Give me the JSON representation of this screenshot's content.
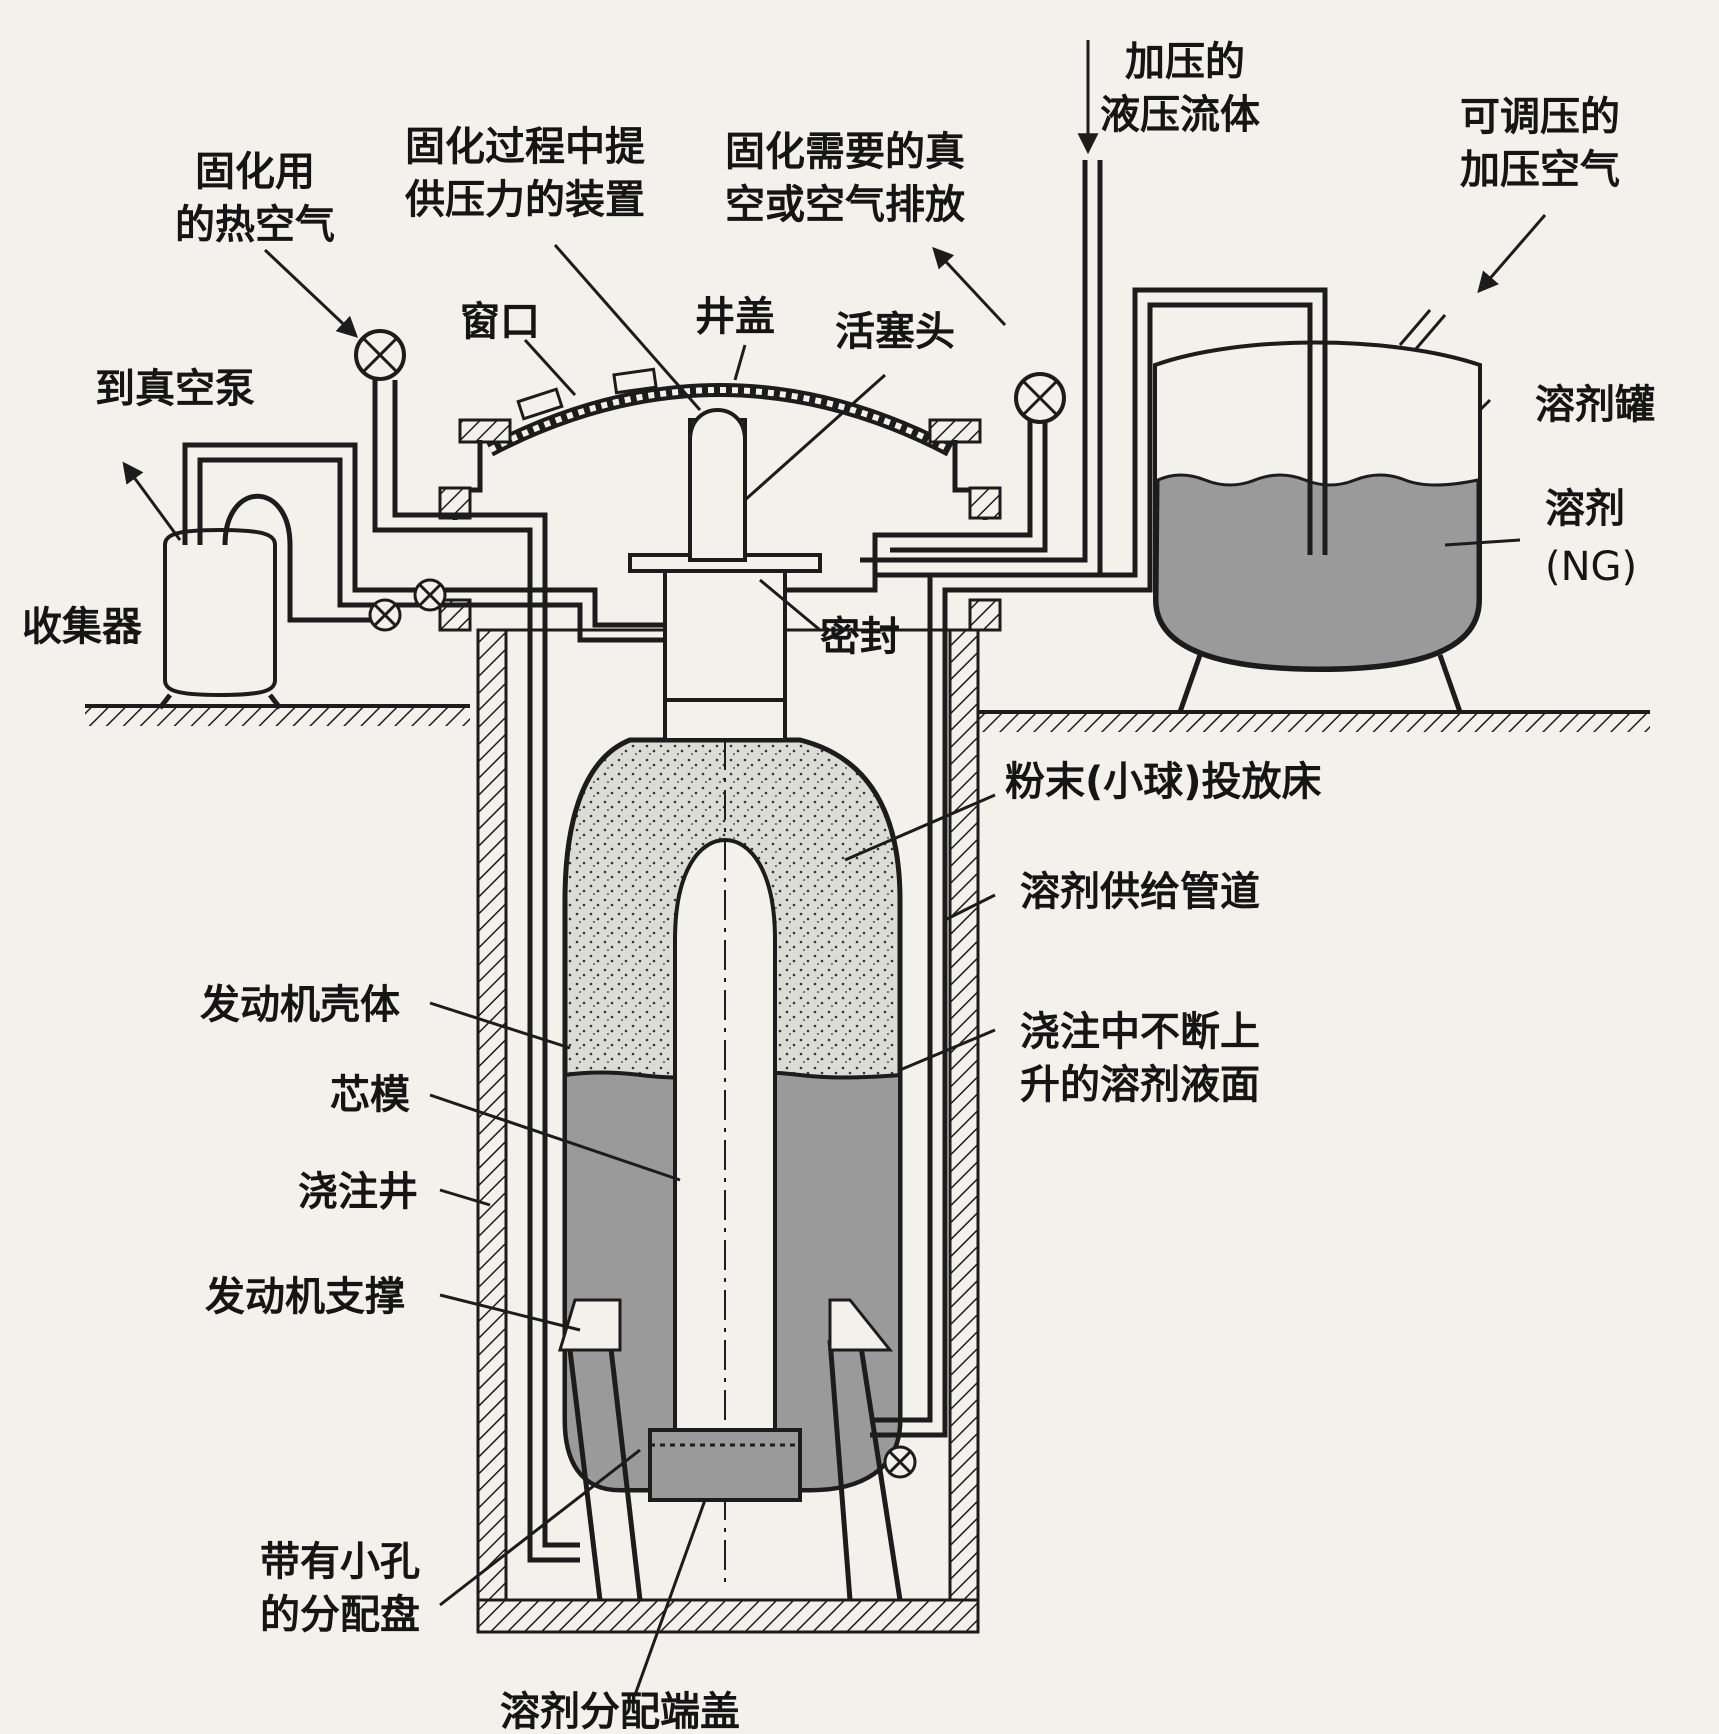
{
  "labels": {
    "hot_air": [
      "固化用",
      "的热空气"
    ],
    "pressure_device": [
      "固化过程中提",
      "供压力的装置"
    ],
    "vacuum_exhaust": [
      "固化需要的真",
      "空或空气排放"
    ],
    "hydraulic_fluid": [
      "加压的",
      "液压流体"
    ],
    "adjustable_air": [
      "可调压的",
      "加压空气"
    ],
    "to_vacuum_pump": "到真空泵",
    "window": "窗口",
    "well_cover": "井盖",
    "piston_head": "活塞头",
    "solvent_tank": "溶剂罐",
    "solvent": [
      "溶剂",
      "(NG)"
    ],
    "collector": "收集器",
    "seal": "密封",
    "powder_bed": "粉末(小球)投放床",
    "solvent_supply_pipe": "溶剂供给管道",
    "motor_case": "发动机壳体",
    "rising_level": [
      "浇注中不断上",
      "升的溶剂液面"
    ],
    "mandrel": "芯模",
    "casting_pit": "浇注井",
    "motor_support": "发动机支撑",
    "distribution_plate": [
      "带有小孔",
      "的分配盘"
    ],
    "distribution_end_cap": "溶剂分配端盖"
  },
  "colors": {
    "ink": "#1c1c1c",
    "background": "#f3f1ec",
    "liquid": "#9a9a9a",
    "powder": "#dcdcd6"
  }
}
